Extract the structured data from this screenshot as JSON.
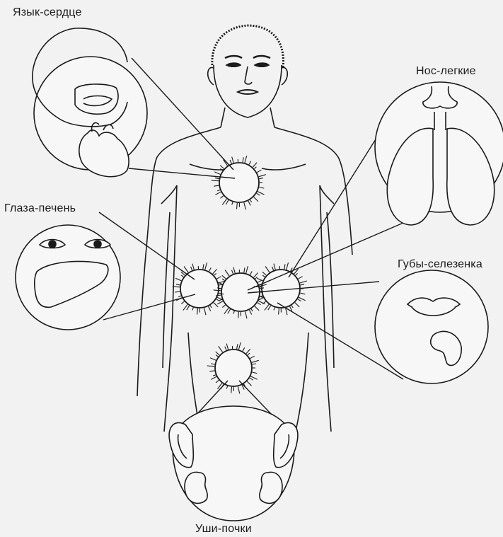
{
  "labels": {
    "tongue_heart": "Язык-сердце",
    "nose_lungs": "Нос-легкие",
    "eyes_liver": "Глаза-печень",
    "lips_spleen": "Губы-селезенка",
    "ears_kidneys": "Уши-почки"
  },
  "colors": {
    "ink": "#1a1a1a",
    "paper": "#f2f2f2",
    "bubble_fill": "#f7f7f7"
  }
}
